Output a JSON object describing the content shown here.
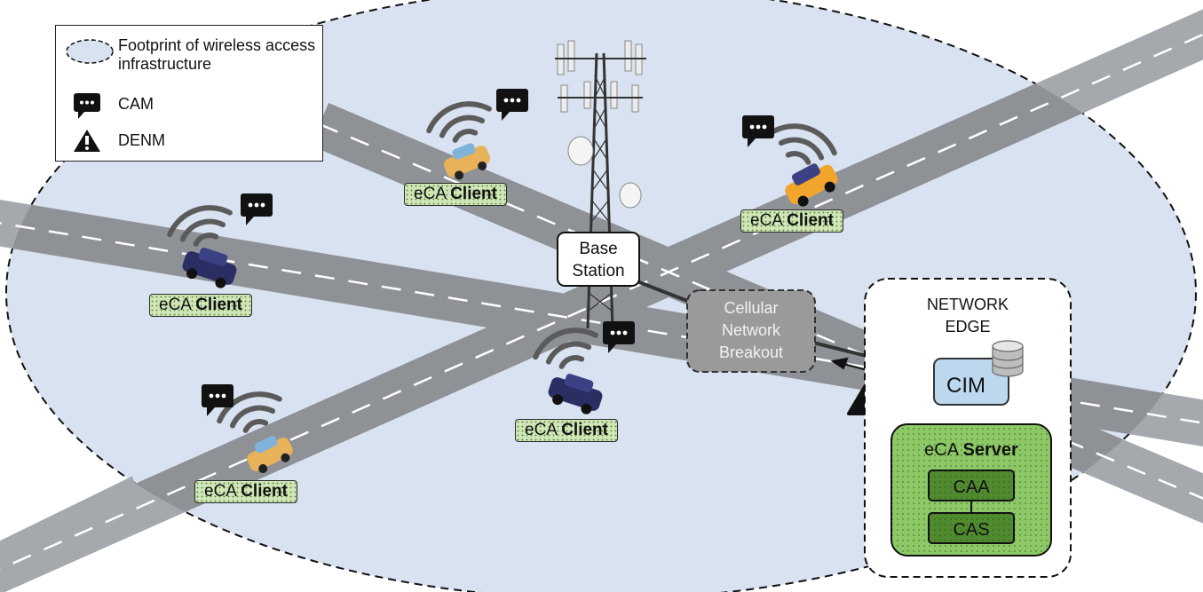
{
  "legend": {
    "footprint": "Footprint of wireless access infrastructure",
    "cam": "CAM",
    "denm": "DENM"
  },
  "clients": [
    {
      "prefix": "eCA",
      "name": "Client"
    },
    {
      "prefix": "eCA",
      "name": "Client"
    },
    {
      "prefix": "eCA",
      "name": "Client"
    },
    {
      "prefix": "eCA",
      "name": "Client"
    },
    {
      "prefix": "eCA",
      "name": "Client"
    }
  ],
  "base_station": {
    "line1": "Base",
    "line2": "Station"
  },
  "breakout": {
    "line1": "Cellular",
    "line2": "Network",
    "line3": "Breakout"
  },
  "edge": {
    "title_line1": "NETWORK",
    "title_line2": "EDGE",
    "cim": "CIM",
    "server_prefix": "eCA",
    "server_name": "Server",
    "caa": "CAA",
    "cas": "CAS"
  },
  "colors": {
    "footprint_fill": "#d8e2f0",
    "road": "#8e9196",
    "client_fill": "#cfe6b7",
    "cim_fill": "#bcd7ee",
    "server_fill": "#8cc866",
    "module_fill": "#4f8a2e",
    "breakout_fill": "#9a9a9a"
  },
  "icons": [
    "speech-bubble-icon",
    "warning-triangle-icon",
    "car-icon",
    "wifi-signal-icon",
    "database-icon",
    "cell-tower-icon"
  ]
}
